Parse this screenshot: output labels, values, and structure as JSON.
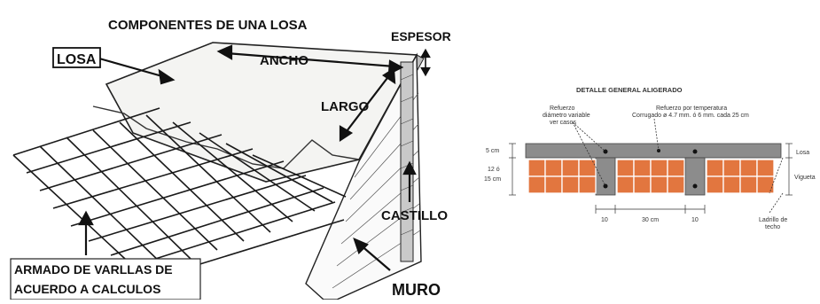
{
  "left": {
    "title": "COMPONENTES DE UNA LOSA",
    "losa": "LOSA",
    "ancho": "ANCHO",
    "espesor": "ESPESOR",
    "largo": "LARGO",
    "castillo": "CASTILLO",
    "muro": "MURO",
    "armado_line1": "ARMADO DE VARLLAS DE",
    "armado_line2": "ACUERDO A CALCULOS"
  },
  "right": {
    "title": "DETALLE GENERAL ALIGERADO",
    "refuerzo_diametro_1": "Refuerzo",
    "refuerzo_diametro_2": "diámetro variable",
    "refuerzo_diametro_3": "ver casos",
    "refuerzo_temp_1": "Refuerzo por temperatura",
    "refuerzo_temp_2": "Corrugado ø 4.7 mm. ó 6 mm. cada 25 cm",
    "dim_5cm": "5 cm",
    "dim_12": "12 ó",
    "dim_15cm": "15 cm",
    "label_losa": "Losa",
    "label_vigueta": "Vigueta",
    "label_ladrillo_1": "Ladrillo de",
    "label_ladrillo_2": "techo",
    "dim_10_left": "10",
    "dim_30cm": "30 cm",
    "dim_10_right": "10"
  }
}
